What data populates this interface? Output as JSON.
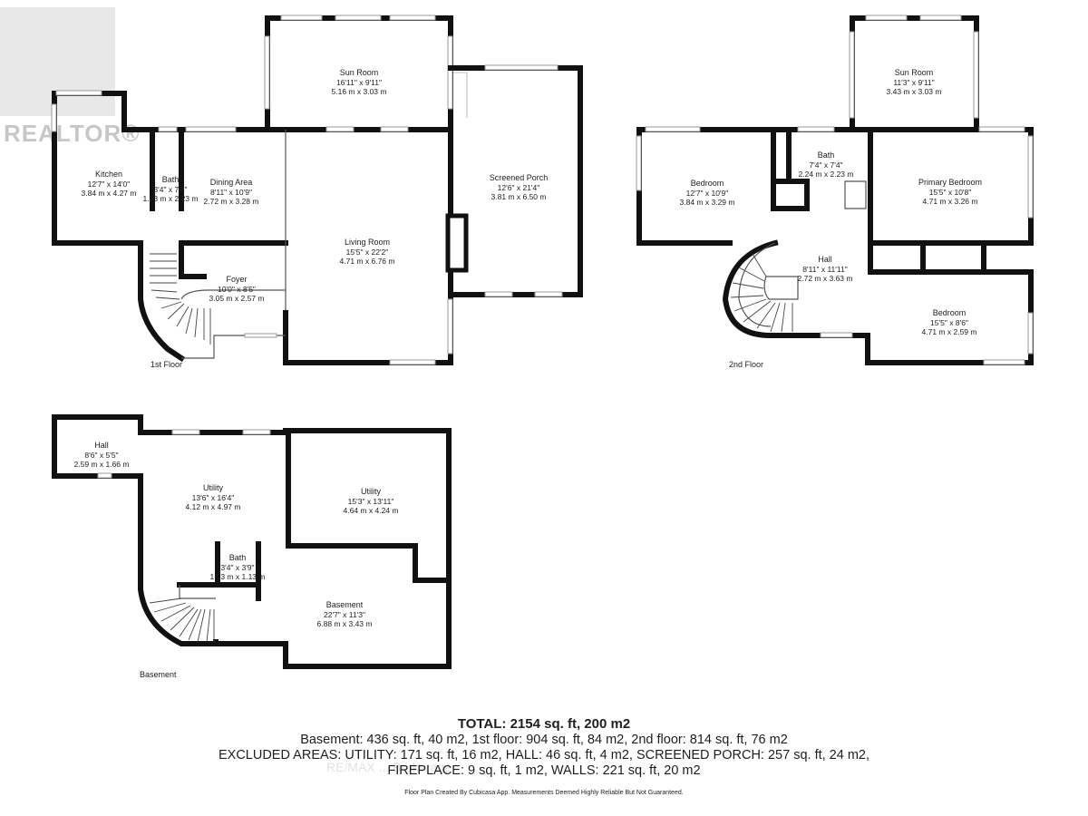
{
  "logo": {
    "text": "REALTOR®"
  },
  "floors": {
    "first": "1st Floor",
    "second": "2nd Floor",
    "basement": "Basement"
  },
  "rooms": {
    "f1_kitchen": {
      "name": "Kitchen",
      "imperial": "12'7\" x 14'0\"",
      "metric": "3.84 m x 4.27 m"
    },
    "f1_bath": {
      "name": "Bath",
      "imperial": "3'4\" x 7'4\"",
      "metric": "1.03 m x 2.23 m"
    },
    "f1_dining": {
      "name": "Dining Area",
      "imperial": "8'11\" x 10'9\"",
      "metric": "2.72 m x 3.28 m"
    },
    "f1_sun": {
      "name": "Sun Room",
      "imperial": "16'11\" x 9'11\"",
      "metric": "5.16 m x 3.03 m"
    },
    "f1_porch": {
      "name": "Screened Porch",
      "imperial": "12'6\" x 21'4\"",
      "metric": "3.81 m x 6.50 m"
    },
    "f1_living": {
      "name": "Living Room",
      "imperial": "15'5\" x 22'2\"",
      "metric": "4.71 m x 6.76 m"
    },
    "f1_foyer": {
      "name": "Foyer",
      "imperial": "10'0\" x 8'5\"",
      "metric": "3.05 m x 2.57 m"
    },
    "f2_sun": {
      "name": "Sun Room",
      "imperial": "11'3\" x 9'11\"",
      "metric": "3.43 m x 3.03 m"
    },
    "f2_bedroom": {
      "name": "Bedroom",
      "imperial": "12'7\" x 10'9\"",
      "metric": "3.84 m x 3.29 m"
    },
    "f2_bath": {
      "name": "Bath",
      "imperial": "7'4\" x 7'4\"",
      "metric": "2.24 m x 2.23 m"
    },
    "f2_primary": {
      "name": "Primary Bedroom",
      "imperial": "15'5\" x 10'8\"",
      "metric": "4.71 m x 3.26 m"
    },
    "f2_hall": {
      "name": "Hall",
      "imperial": "8'11\" x 11'11\"",
      "metric": "2.72 m x 3.63 m"
    },
    "f2_bedroom2": {
      "name": "Bedroom",
      "imperial": "15'5\" x 8'6\"",
      "metric": "4.71 m x 2.59 m"
    },
    "b_hall": {
      "name": "Hall",
      "imperial": "8'6\" x 5'5\"",
      "metric": "2.59 m x 1.66 m"
    },
    "b_utility1": {
      "name": "Utility",
      "imperial": "13'6\" x 16'4\"",
      "metric": "4.12 m x 4.97 m"
    },
    "b_utility2": {
      "name": "Utility",
      "imperial": "15'3\" x 13'11\"",
      "metric": "4.64 m x 4.24 m"
    },
    "b_bath": {
      "name": "Bath",
      "imperial": "3'4\" x 3'9\"",
      "metric": "1.03 m x 1.13 m"
    },
    "b_basement": {
      "name": "Basement",
      "imperial": "22'7\" x 11'3\"",
      "metric": "6.88 m x 3.43 m"
    }
  },
  "totals": {
    "total": "TOTAL: 2154 sq. ft, 200 m2",
    "line1": "Basement: 436 sq. ft, 40 m2, 1st floor: 904 sq. ft, 84 m2, 2nd floor: 814 sq. ft, 76 m2",
    "line2": "EXCLUDED AREAS: UTILITY: 171 sq. ft, 16 m2, HALL: 46 sq. ft, 4 m2, SCREENED PORCH: 257 sq. ft, 24 m2,",
    "line3": "FIREPLACE: 9 sq. ft, 1 m2, WALLS: 221 sq. ft, 20 m2"
  },
  "watermark": "RE/MAX ... Brokerage",
  "credit": "Floor Plan Created By Cubicasa App. Measurements Deemed Highly Reliable But Not Guaranteed."
}
